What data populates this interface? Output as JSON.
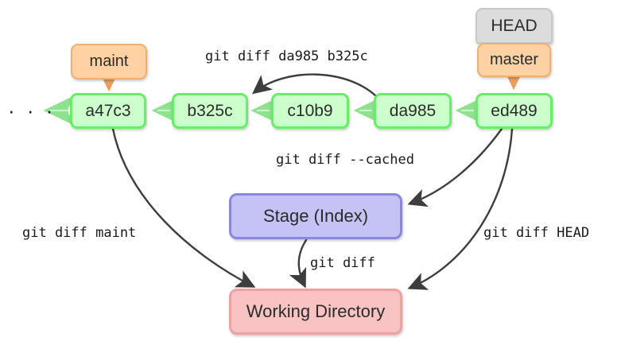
{
  "diagram": {
    "title": "Git diff scopes diagram",
    "colors": {
      "commit_fill": "#ccffcc",
      "commit_border": "#66ee66",
      "ref_fill": "#ffd1a3",
      "ref_border": "#f0b070",
      "head_fill": "#dcdcdc",
      "head_border": "#c8c8c8",
      "stage_fill": "#c5c3f5",
      "stage_border": "#8b86e0",
      "workdir_fill": "#f9c3c3",
      "workdir_border": "#f0a0a0",
      "commit_arrow": "#8fe08f",
      "ref_arrow": "#e8a060",
      "diff_arrow": "#3d3d3d"
    },
    "commits": [
      {
        "id": "a47c3",
        "label": "a47c3"
      },
      {
        "id": "b325c",
        "label": "b325c"
      },
      {
        "id": "c10b9",
        "label": "c10b9"
      },
      {
        "id": "da985",
        "label": "da985"
      },
      {
        "id": "ed489",
        "label": "ed489"
      }
    ],
    "refs": {
      "maint": "maint",
      "head": "HEAD",
      "master": "master"
    },
    "areas": {
      "stage": "Stage (Index)",
      "working_directory": "Working Directory"
    },
    "ellipsis": "· · ·",
    "commands": {
      "diff_range": "git diff da985 b325c",
      "diff_cached": "git diff --cached",
      "diff_maint": "git diff maint",
      "diff_head": "git diff HEAD",
      "diff_plain": "git diff"
    }
  }
}
